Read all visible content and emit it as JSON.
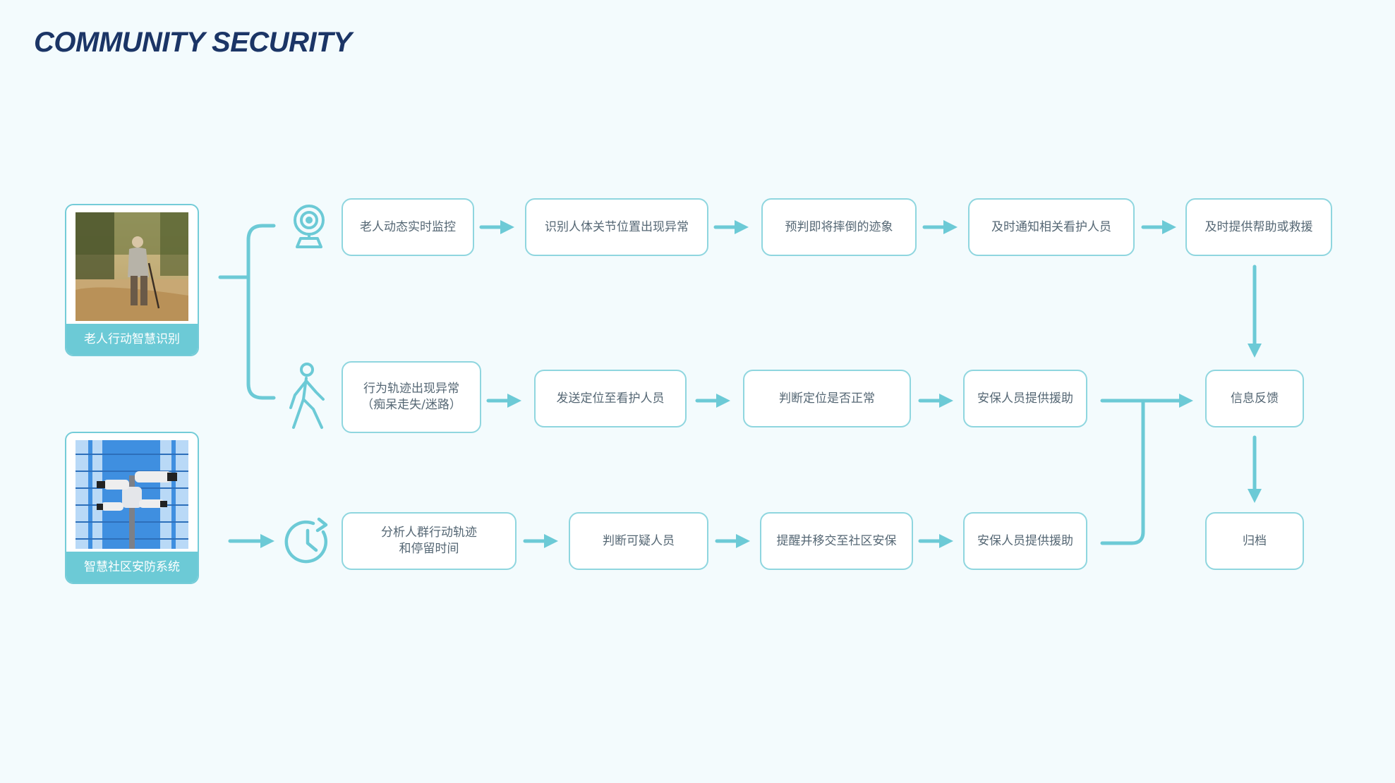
{
  "title": "COMMUNITY SECURITY",
  "accent_color": "#6ccad6",
  "title_color": "#1b3566",
  "sources": [
    {
      "caption": "老人行动智慧识别",
      "image": "elderly-person-walking-with-cane-photo"
    },
    {
      "caption": "智慧社区安防系统",
      "image": "security-cameras-on-building-photo"
    }
  ],
  "row_icons": [
    "webcam-icon",
    "walking-person-icon",
    "clock-icon"
  ],
  "rows": [
    [
      "老人动态实时监控",
      "识别人体关节位置出现异常",
      "预判即将摔倒的迹象",
      "及时通知相关看护人员",
      "及时提供帮助或救援"
    ],
    [
      "行为轨迹出现异常\n（痴呆走失/迷路）",
      "发送定位至看护人员",
      "判断定位是否正常",
      "安保人员提供援助",
      "信息反馈"
    ],
    [
      "分析人群行动轨迹\n和停留时间",
      "判断可疑人员",
      "提醒并移交至社区安保",
      "安保人员提供援助",
      "归档"
    ]
  ]
}
